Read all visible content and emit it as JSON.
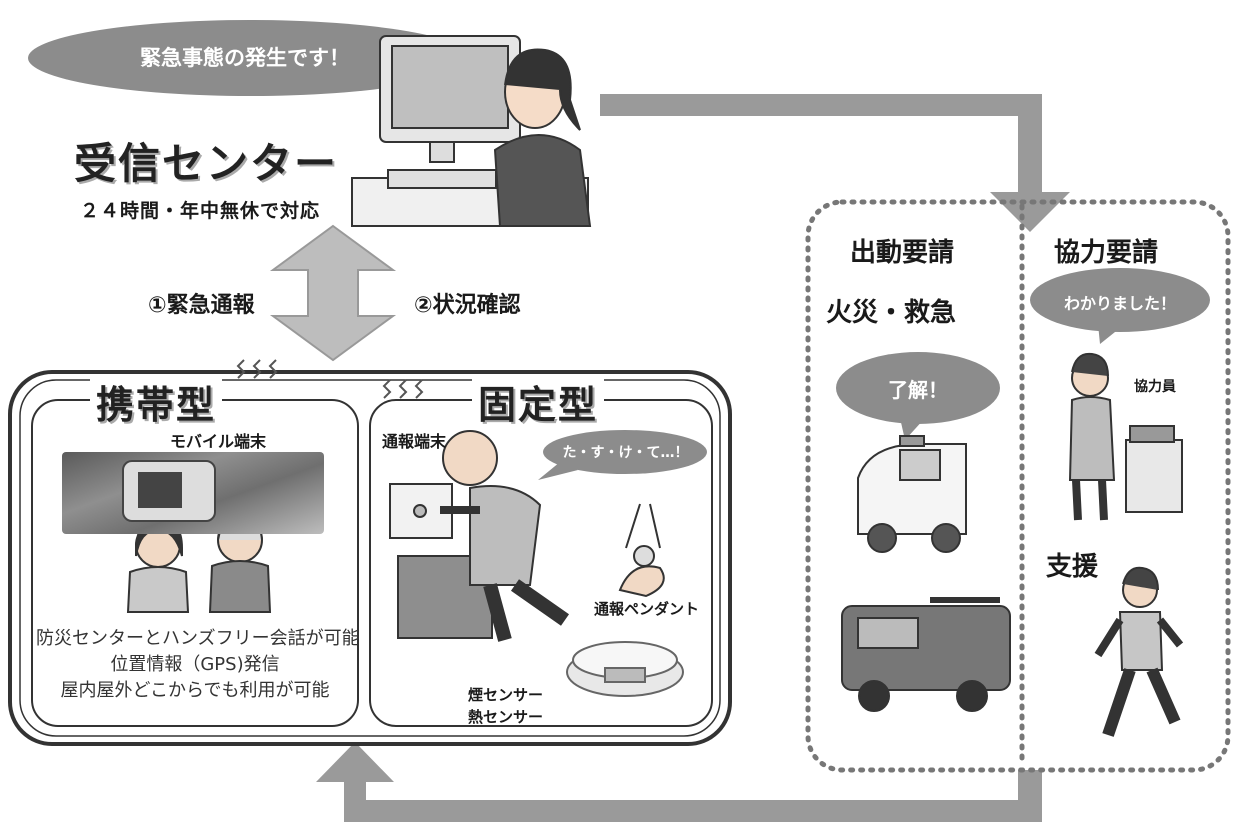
{
  "center": {
    "bubble": "緊急事態の発生です！",
    "title": "受信センター",
    "subtitle": "２４時間・年中無休で対応"
  },
  "arrows": {
    "left_label": "①緊急通報",
    "right_label": "②状況確認"
  },
  "portable": {
    "title": "携帯型",
    "device_label": "モバイル端末",
    "features": [
      "防災センターとハンズフリー会話が可能",
      "位置情報（GPS)発信",
      "屋内屋外どこからでも利用が可能"
    ]
  },
  "fixed": {
    "title": "固定型",
    "terminal_label": "通報端末",
    "bubble": "た・す・け・て…！",
    "pendant_label": "通報ペンダント",
    "smoke_label": "煙センサー",
    "heat_label": "熱センサー"
  },
  "dispatch": {
    "title": "出動要請",
    "subtitle": "火災・救急",
    "bubble": "了解！"
  },
  "cooperation": {
    "title": "協力要請",
    "bubble": "わかりました！",
    "member_label": "協力員",
    "support_label": "支援"
  },
  "colors": {
    "bubble_fill": "#8c8c8c",
    "arrow_fill": "#9a9a9a",
    "panel_border": "#333333",
    "dotted_border": "#777777"
  },
  "icons": [
    "operator-illustration",
    "mobile-terminal-photo",
    "elderly-couple-illustration",
    "elderly-man-illustration",
    "pendant-illustration",
    "smoke-sensor-illustration",
    "ambulance-illustration",
    "fire-truck-illustration",
    "volunteer-illustration",
    "running-woman-illustration",
    "signal-waves-icon"
  ]
}
